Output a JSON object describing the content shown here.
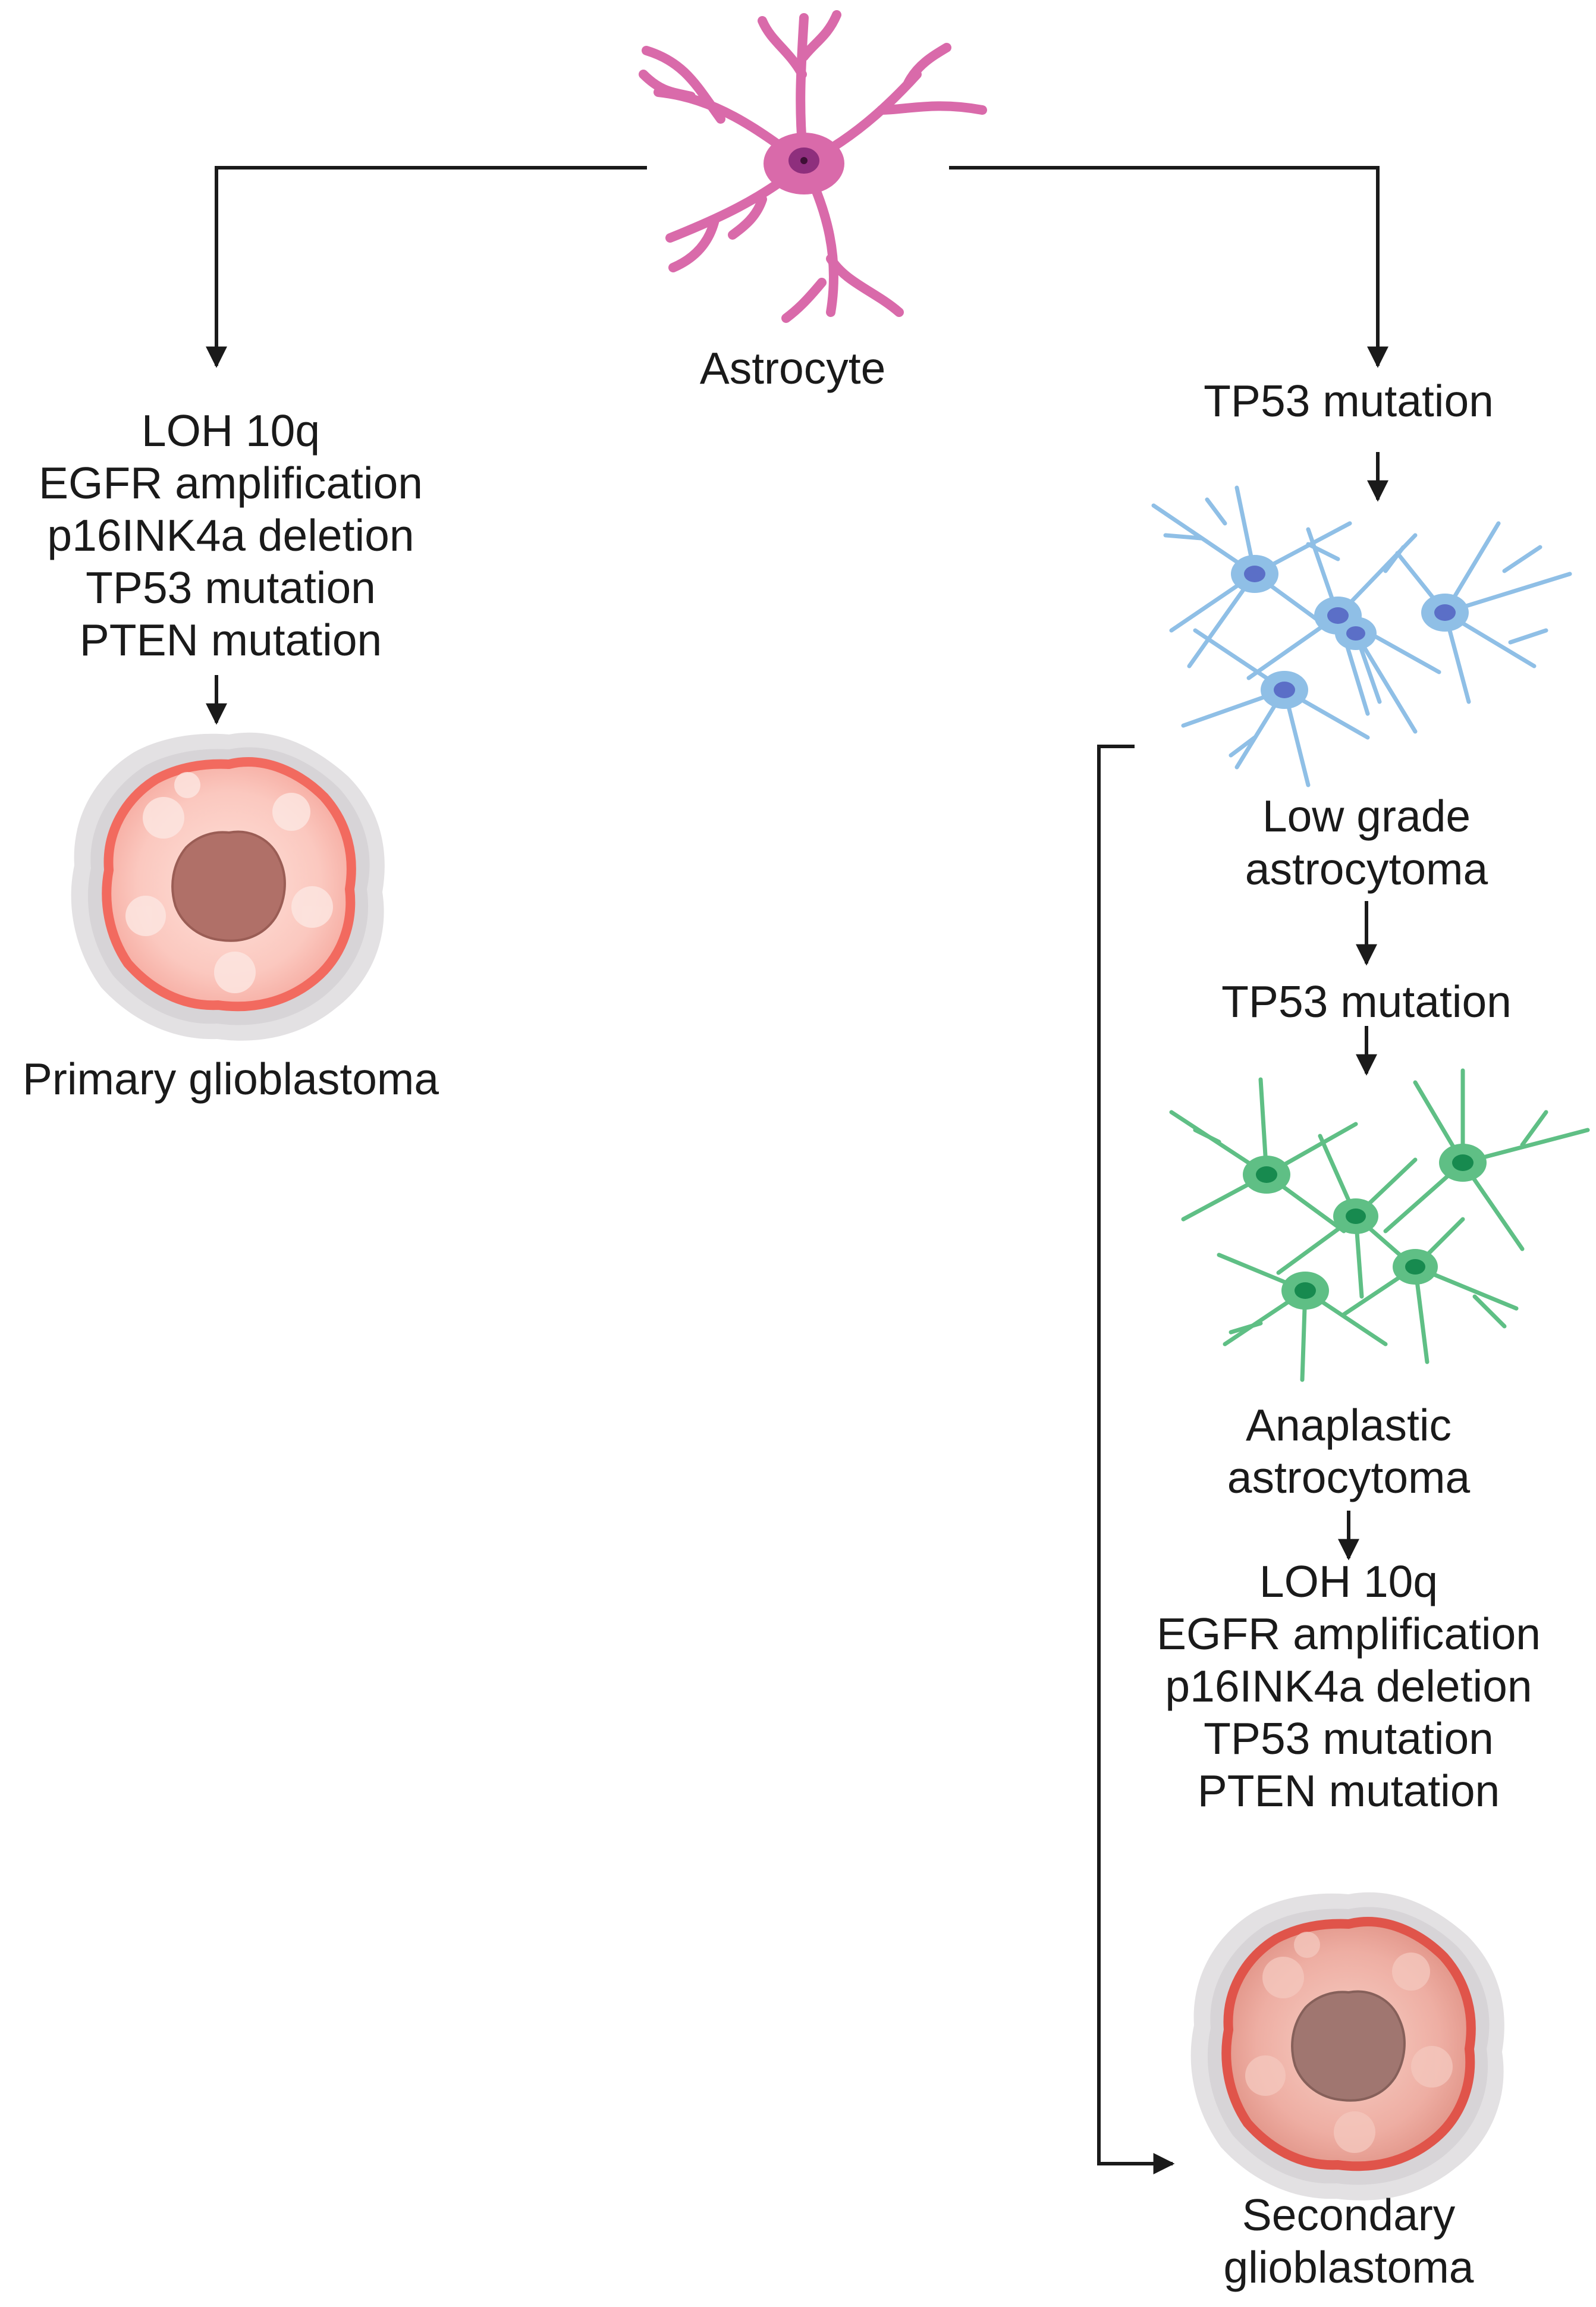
{
  "astrocyte": {
    "label": "Astrocyte"
  },
  "primary_path": {
    "mutations": [
      "LOH 10q",
      "EGFR amplification",
      "p16INK4a deletion",
      "TP53 mutation",
      "PTEN mutation"
    ],
    "outcome": "Primary glioblastoma"
  },
  "secondary_path": {
    "first_mutation": "TP53 mutation",
    "low_grade": [
      "Low grade",
      "astrocytoma"
    ],
    "second_mutation": "TP53 mutation",
    "anaplastic": [
      "Anaplastic",
      "astrocytoma"
    ],
    "mutations": [
      "LOH 10q",
      "EGFR amplification",
      "p16INK4a deletion",
      "TP53 mutation",
      "PTEN mutation"
    ],
    "outcome": [
      "Secondary",
      "glioblastoma"
    ]
  },
  "colors": {
    "astrocyte": "#d96aaa",
    "astrocyte_nucleus": "#8e2f7d",
    "low_grade_cells": "#8fbfe6",
    "low_grade_nucleus": "#5b6fc7",
    "anaplastic_cells": "#5fbf85",
    "anaplastic_nucleus": "#178a4f",
    "tumor_outer": "#f26a5f",
    "tumor_core": "#b07068",
    "connector": "#1a1a1a"
  }
}
